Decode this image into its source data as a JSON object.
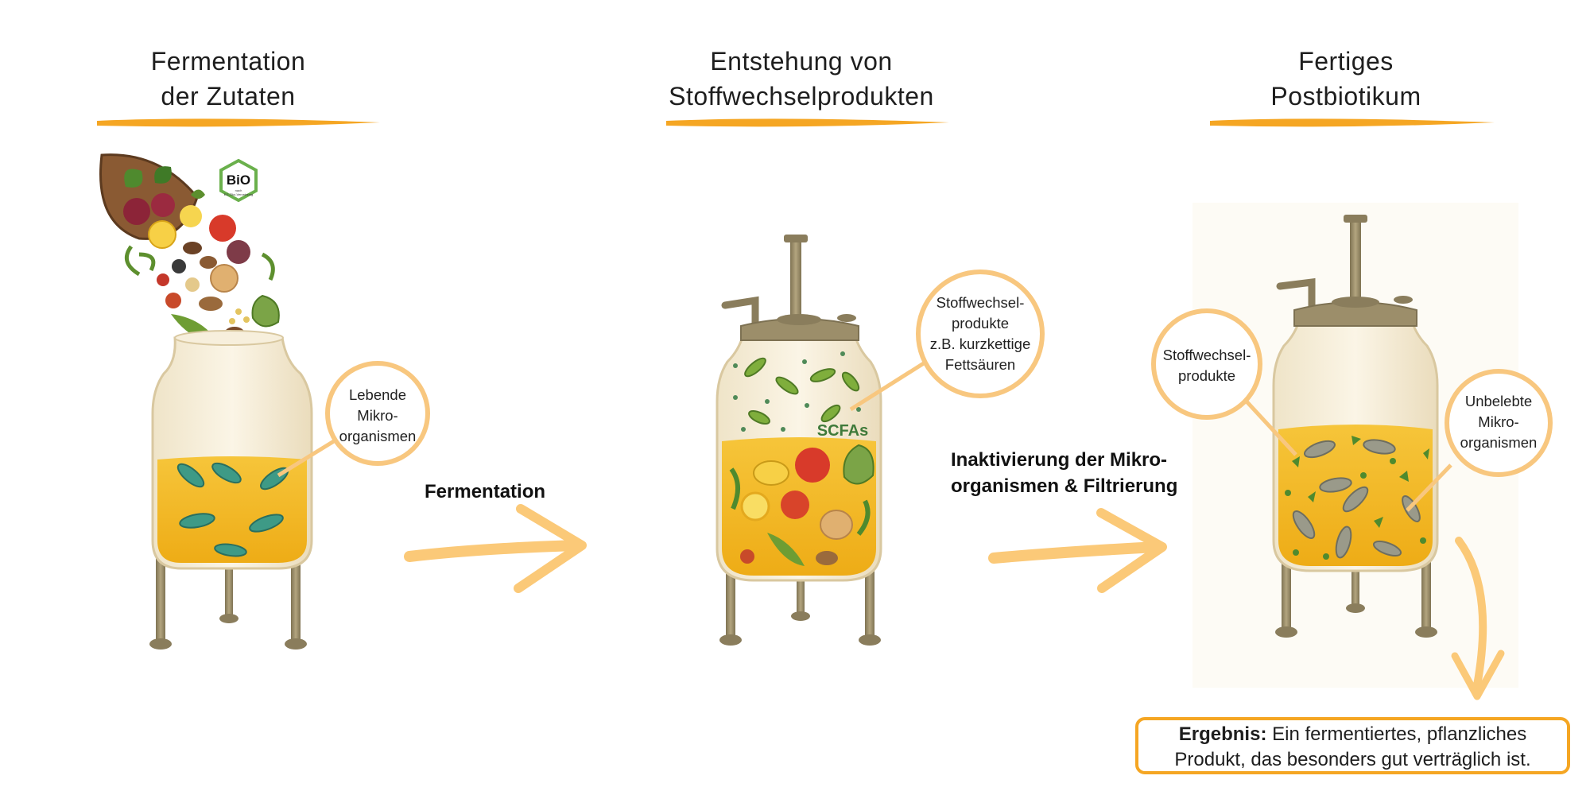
{
  "steps": [
    {
      "title_line1": "Fermentation",
      "title_line2": "der Zutaten"
    },
    {
      "title_line1": "Entstehung von",
      "title_line2": "Stoffwechselprodukten"
    },
    {
      "title_line1": "Fertiges",
      "title_line2": "Postbiotikum"
    }
  ],
  "bubbles": {
    "living": {
      "line1": "Lebende",
      "line2": "Mikro-",
      "line3": "organismen"
    },
    "metabolites": {
      "line1": "Stoffwechsel-",
      "line2": "produkte",
      "line3": "z.B. kurzkettige",
      "line4": "Fettsäuren"
    },
    "metabolites_final": {
      "line1": "Stoffwechsel-",
      "line2": "produkte"
    },
    "inanimate": {
      "line1": "Unbelebte",
      "line2": "Mikro-",
      "line3": "organismen"
    }
  },
  "arrows": {
    "fermentation": "Fermentation",
    "inactivation_line1": "Inaktivierung der Mikro-",
    "inactivation_line2": "organismen & Filtrierung"
  },
  "tank_label": "SCFAs",
  "bio_badge": {
    "main": "BiO",
    "sub1": "nach",
    "sub2": "EG-Öko-Verordnung"
  },
  "result": {
    "label": "Ergebnis:",
    "text_line1": " Ein fermentiertes, pflanzliches",
    "text_line2": "Produkt, das besonders gut verträglich ist."
  },
  "colors": {
    "accent": "#f5a623",
    "bubble_stroke": "#f8c77f",
    "liquid": "#f2b824",
    "metal": "#9c8e6a",
    "bacteria_green": "#78a83a",
    "bacteria_teal": "#3e9a86"
  }
}
